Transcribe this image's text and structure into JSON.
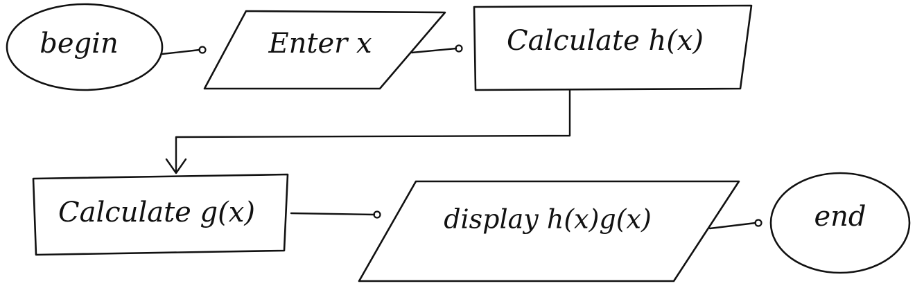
{
  "diagram": {
    "nodes": {
      "begin": {
        "label": "begin",
        "shape": "terminal-ellipse"
      },
      "enter_x": {
        "label": "Enter x",
        "shape": "input-output-parallelogram"
      },
      "calc_h": {
        "label": "Calculate h(x)",
        "shape": "process-rectangle"
      },
      "calc_g": {
        "label": "Calculate g(x)",
        "shape": "process-rectangle"
      },
      "display": {
        "label": "display h(x)g(x)",
        "shape": "input-output-parallelogram"
      },
      "end": {
        "label": "end",
        "shape": "terminal-ellipse"
      }
    },
    "edges": [
      {
        "from": "begin",
        "to": "enter_x"
      },
      {
        "from": "enter_x",
        "to": "calc_h"
      },
      {
        "from": "calc_h",
        "to": "calc_g"
      },
      {
        "from": "calc_g",
        "to": "display"
      },
      {
        "from": "display",
        "to": "end"
      }
    ],
    "colors": {
      "ink": "#111111",
      "background": "#ffffff"
    }
  }
}
